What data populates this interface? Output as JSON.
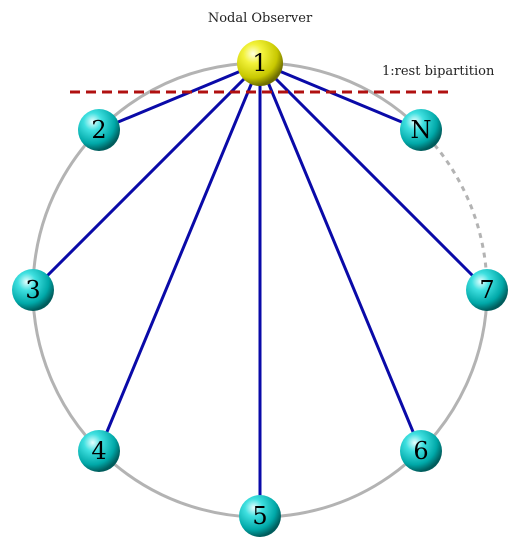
{
  "observer_caption": "Nodal Observer",
  "bipartition_caption": "1:rest bipartition",
  "colors": {
    "ring": "#b3b3b3",
    "edge": "#0a0aa8",
    "bipartition": "#b01010",
    "observer_node": "#e6e600",
    "node": "#00c4c4"
  },
  "nodes": {
    "observer": "1",
    "n2": "2",
    "n3": "3",
    "n4": "4",
    "n5": "5",
    "n6": "6",
    "n7": "7",
    "nN": "N"
  }
}
